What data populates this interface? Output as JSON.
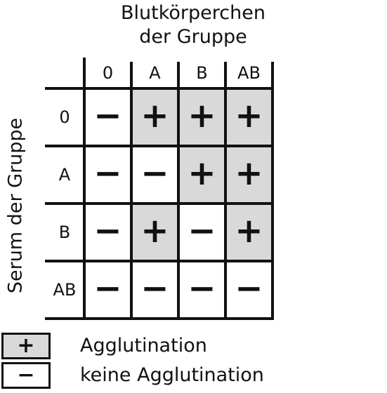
{
  "titles": {
    "top_line1": "Blutkörperchen",
    "top_line2": "der Gruppe",
    "side": "Serum der Gruppe"
  },
  "columns": [
    "0",
    "A",
    "B",
    "AB"
  ],
  "rows": [
    {
      "label": "0",
      "cells": [
        "−",
        "+",
        "+",
        "+"
      ]
    },
    {
      "label": "A",
      "cells": [
        "−",
        "−",
        "+",
        "+"
      ]
    },
    {
      "label": "B",
      "cells": [
        "−",
        "+",
        "−",
        "+"
      ]
    },
    {
      "label": "AB",
      "cells": [
        "−",
        "−",
        "−",
        "−"
      ]
    }
  ],
  "legend": [
    {
      "symbol": "+",
      "text": "Agglutination",
      "fill": "#d9d9d9"
    },
    {
      "symbol": "−",
      "text": "keine Agglutination",
      "fill": "#ffffff"
    }
  ],
  "colors": {
    "positive_fill": "#d9d9d9",
    "negative_fill": "#ffffff",
    "ink": "#111111"
  }
}
